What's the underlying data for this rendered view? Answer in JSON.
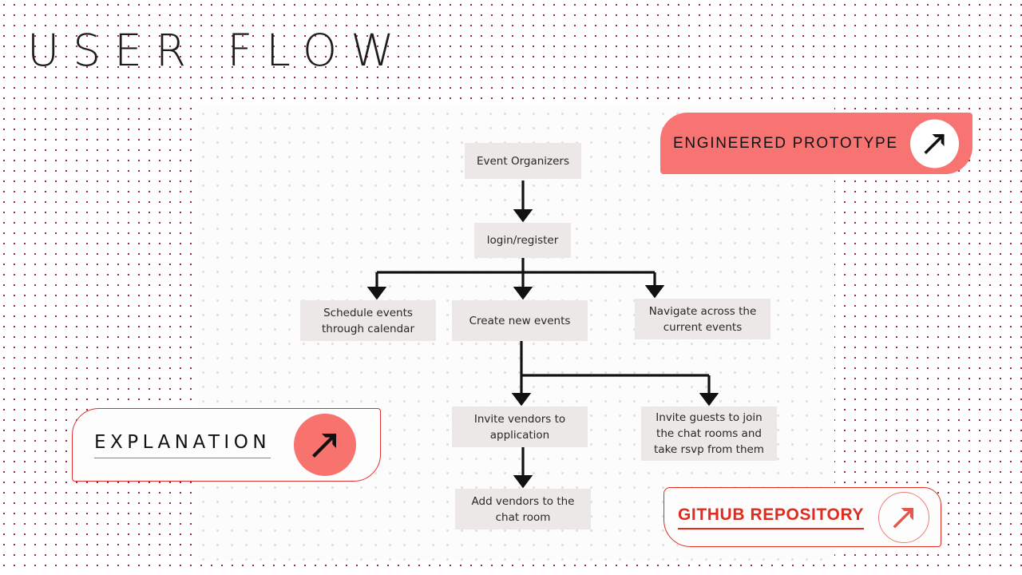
{
  "page": {
    "title": "USER FLOW",
    "background_dot_color": "#9b2335",
    "panel_dot_color": "#e2e0e0",
    "accent_coral": "#f87472",
    "accent_red": "#e02b1e",
    "node_fill": "#ece8e7"
  },
  "buttons": {
    "engineered_prototype": {
      "label": "ENGINEERED PROTOTYPE",
      "icon": "arrow-up-right-icon",
      "fill": "#f87472",
      "text_color": "#111111"
    },
    "explanation": {
      "label": "EXPLANATION",
      "icon": "arrow-up-right-icon",
      "fill": "#fdfdfd",
      "border_color": "#e03030",
      "text_color": "#111111"
    },
    "github_repository": {
      "label": "GITHUB REPOSITORY",
      "icon": "arrow-up-right-icon",
      "fill": "#fdfdfd",
      "border_color": "#e02b1e",
      "text_color": "#e02b1e"
    }
  },
  "flow": {
    "nodes": [
      {
        "id": "event-organizers",
        "label": "Event Organizers"
      },
      {
        "id": "login-register",
        "label": "login/register"
      },
      {
        "id": "schedule-events",
        "label": "Schedule events through calendar"
      },
      {
        "id": "create-events",
        "label": "Create new events"
      },
      {
        "id": "navigate-events",
        "label": "Navigate across the current events"
      },
      {
        "id": "invite-vendors",
        "label": "Invite vendors to application"
      },
      {
        "id": "invite-guests",
        "label": "Invite guests to join the chat rooms and take rsvp from them"
      },
      {
        "id": "add-vendors",
        "label": "Add vendors to the chat room"
      }
    ],
    "edges": [
      {
        "from": "event-organizers",
        "to": "login-register"
      },
      {
        "from": "login-register",
        "to": "schedule-events"
      },
      {
        "from": "login-register",
        "to": "create-events"
      },
      {
        "from": "login-register",
        "to": "navigate-events"
      },
      {
        "from": "create-events",
        "to": "invite-vendors"
      },
      {
        "from": "create-events",
        "to": "invite-guests"
      },
      {
        "from": "invite-vendors",
        "to": "add-vendors"
      }
    ]
  }
}
